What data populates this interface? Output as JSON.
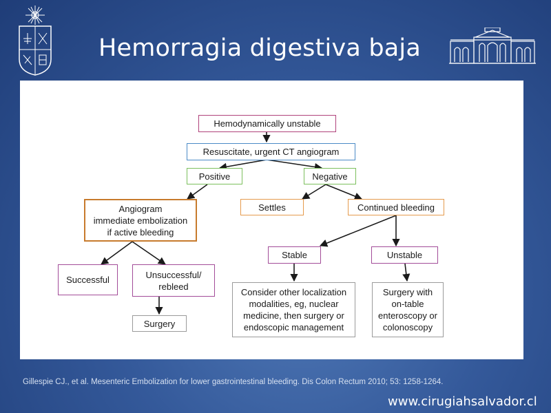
{
  "slide": {
    "title": "Hemorragia digestiva baja",
    "citation": "Gillespie CJ., et al. Mesenteric Embolization for lower gastrointestinal bleeding. Dis Colon Rectum 2010; 53: 1258-1264.",
    "website": "www.cirugiahsalvador.cl"
  },
  "logos": {
    "left": "university-crest-icon",
    "right": "hospital-building-icon"
  },
  "flowchart": {
    "nodes": {
      "hemodynamically_unstable": "Hemodynamically unstable",
      "resuscitate": "Resuscitate, urgent CT angiogram",
      "positive": "Positive",
      "negative": "Negative",
      "angiogram": "Angiogram\nimmediate embolization\nif active bleeding",
      "settles": "Settles",
      "continued_bleeding": "Continued bleeding",
      "successful": "Successful",
      "unsuccessful": "Unsuccessful/\nrebleed",
      "surgery": "Surgery",
      "stable": "Stable",
      "unstable": "Unstable",
      "consider_other": "Consider other localization\nmodalities, eg, nuclear\nmedicine, then surgery or\nendoscopic management",
      "surgery_with": "Surgery with\non-table\nenteroscopy or\ncolonoscopy"
    },
    "colors": {
      "magenta": "#b0417a",
      "blue": "#4a8ac6",
      "green": "#7bbf5c",
      "orange": "#e59a4c",
      "purple": "#a24b98",
      "gray": "#9a9a9a",
      "brown": "#c77a2c"
    }
  }
}
